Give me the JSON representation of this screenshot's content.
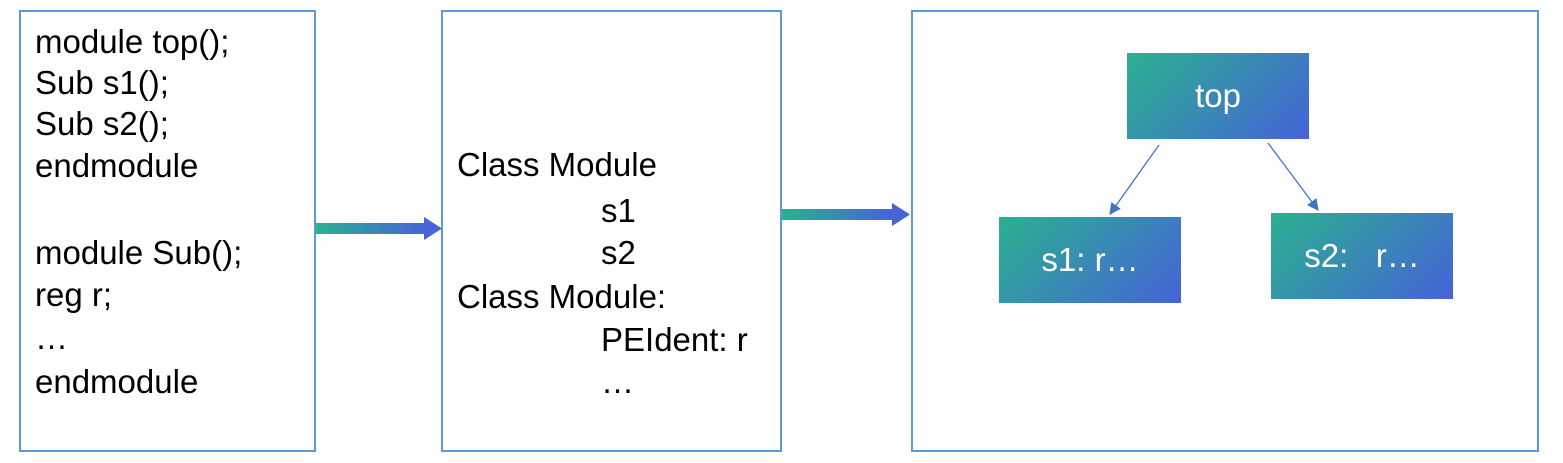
{
  "source_code": {
    "lines": [
      "module top();",
      "Sub s1();",
      "Sub s2();",
      "endmodule",
      "module Sub();",
      "reg r;",
      "…",
      "endmodule"
    ]
  },
  "class_view": {
    "lines": [
      "Class Module",
      "s1",
      "s2",
      "Class Module:",
      "PEIdent: r",
      "…"
    ]
  },
  "tree": {
    "root": "top",
    "children": [
      "s1: r…",
      "s2:   r…"
    ]
  },
  "colors": {
    "panel_border": "#5b9bd5",
    "gradient_start": "#2ab18f",
    "gradient_end": "#4663d8",
    "edge": "#4472c4"
  }
}
